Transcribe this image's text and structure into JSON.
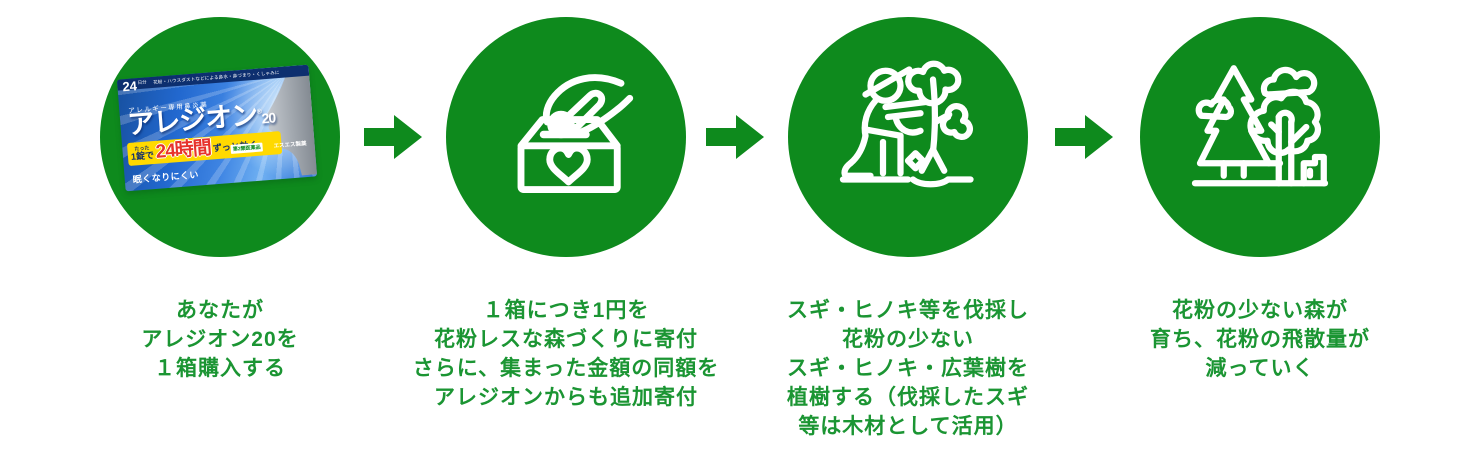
{
  "colors": {
    "circle_green": "#0e8a1d",
    "arrow_green": "#0e8a1d",
    "caption_green": "#1b9533",
    "package_blue": "#2268cf",
    "band_yellow": "#ffd900",
    "band_red": "#e7332b",
    "icon_stroke": "#ffffff"
  },
  "steps": [
    {
      "icon": "medicine-package",
      "caption_lines": [
        "あなたが",
        "アレジオン20を",
        "１箱購入する"
      ]
    },
    {
      "icon": "donation-box-icon",
      "caption_lines": [
        "１箱につき1円を",
        "花粉レスな森づくりに寄付",
        "さらに、集まった金額の同額を",
        "アレジオンからも追加寄付"
      ]
    },
    {
      "icon": "tree-planting-icon",
      "caption_lines": [
        "スギ・ヒノキ等を伐採し",
        "花粉の少ない",
        "スギ・ヒノキ・広葉樹を",
        "植樹する（伐採したスギ",
        "等は木材として活用）"
      ]
    },
    {
      "icon": "forest-icon",
      "caption_lines": [
        "花粉の少ない森が",
        "育ち、花粉の飛散量が",
        "減っていく"
      ]
    }
  ],
  "product": {
    "days_num": "24",
    "days_unit": "日分",
    "top_note": "花粉・ハウスダストなどによる鼻水・鼻づまり・くしゃみに",
    "category": "アレルギー専用鼻炎薬",
    "brand": "アレジオン",
    "brand_reg": "®",
    "brand_num": "20",
    "band_small": "たった",
    "band_prefix": "1錠で",
    "band_big": "24時間",
    "band_suffix": "ずっと効く",
    "feature": "眠くなりにくい",
    "class_label": "第2類医薬品",
    "maker": "エスエス製薬"
  }
}
